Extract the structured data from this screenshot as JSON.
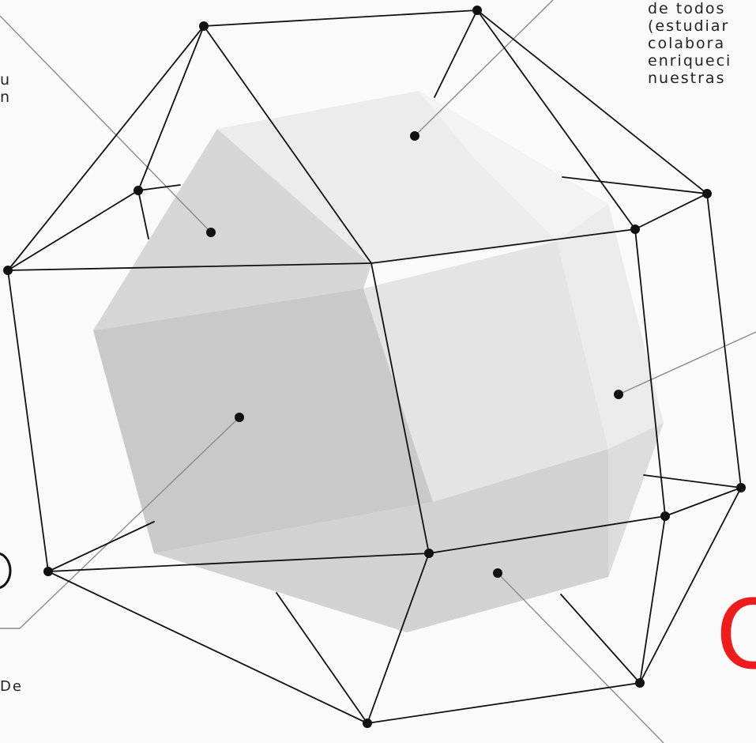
{
  "top_right_text": {
    "lines": [
      "de todos",
      "(estudiar",
      "colabora",
      "enriqueci",
      "nuestras"
    ]
  },
  "left_fragments": {
    "line1": "u",
    "line2": "n",
    "bottom": "De"
  },
  "big_letter": "O",
  "colors": {
    "accent": "#ee1c1c",
    "wire": "#111111",
    "leader": "#8a8a8a",
    "face_light": "#efefef",
    "face_mid": "#dedede",
    "face_dark": "#c9c9c9"
  },
  "icons": {
    "left_edge": "circle-outline-icon"
  }
}
